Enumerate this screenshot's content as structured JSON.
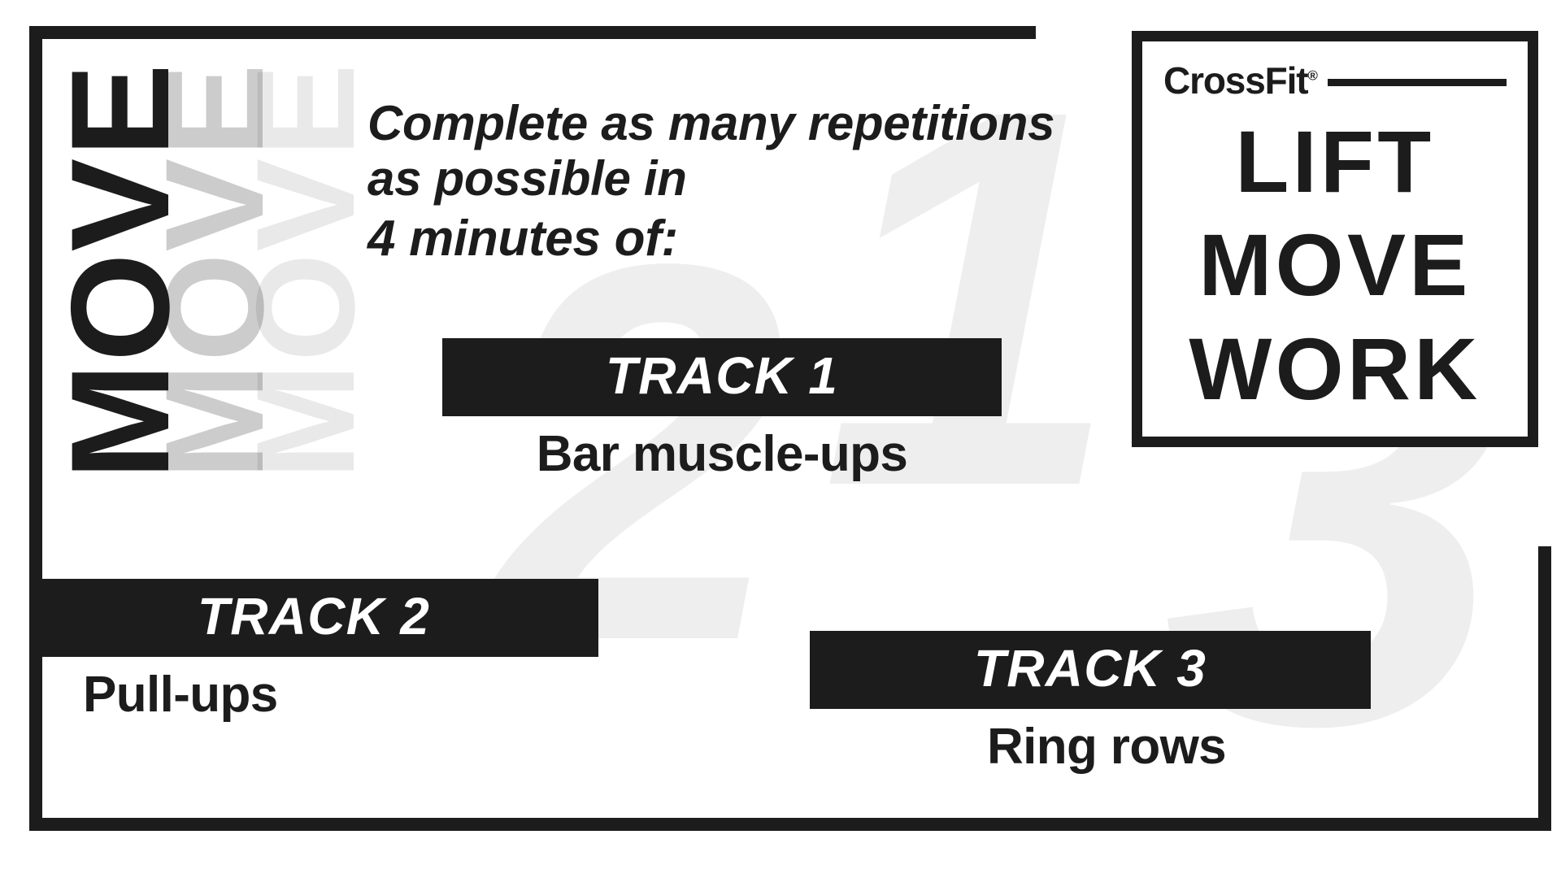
{
  "card": {
    "background_color": "#ffffff",
    "ink_color": "#1c1c1c",
    "watermark_color": "#eeeeee"
  },
  "side_banner": {
    "word": "MOVE",
    "repeat_count": 3,
    "opacities": [
      1,
      0.22,
      0.09
    ]
  },
  "headline": {
    "line1": "Complete as many",
    "line2": "repetitions as possible in",
    "line3": "4 minutes of:"
  },
  "watermarks": {
    "numeral_2": "2",
    "numeral_1": "1",
    "numeral_3": "3"
  },
  "tracks": [
    {
      "band_label": "TRACK 1",
      "movement": "Bar muscle-ups"
    },
    {
      "band_label": "TRACK 2",
      "movement": "Pull-ups"
    },
    {
      "band_label": "TRACK 3",
      "movement": "Ring rows"
    }
  ],
  "logo": {
    "wordmark": "CrossFit",
    "trademark": "®",
    "line1": "LIFT",
    "line2": "MOVE",
    "line3": "WORK"
  }
}
